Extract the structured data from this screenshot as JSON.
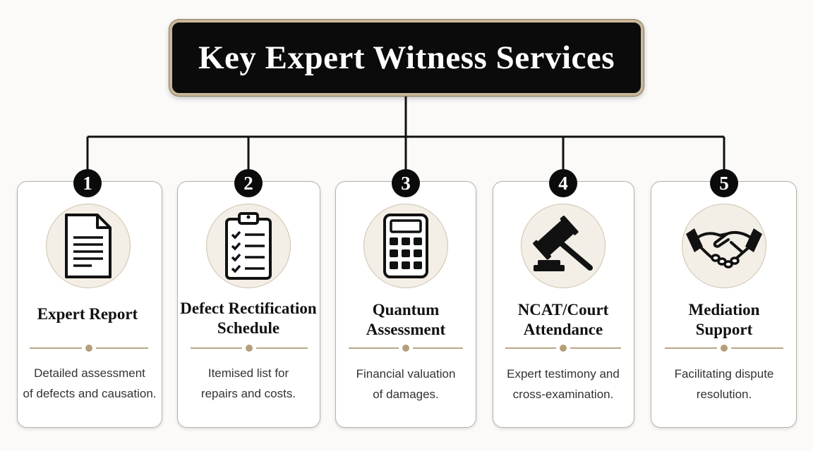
{
  "title": "Key Expert Witness Services",
  "services": [
    {
      "number": "1",
      "icon": "document-icon",
      "title_lines": [
        "Expert Report"
      ],
      "desc_lines": [
        "Detailed assessment",
        "of defects and causation."
      ]
    },
    {
      "number": "2",
      "icon": "checklist-icon",
      "title_lines": [
        "Defect Rectification",
        "Schedule"
      ],
      "desc_lines": [
        "Itemised list for",
        "repairs and costs."
      ]
    },
    {
      "number": "3",
      "icon": "calculator-icon",
      "title_lines": [
        "Quantum",
        "Assessment"
      ],
      "desc_lines": [
        "Financial valuation",
        "of damages."
      ]
    },
    {
      "number": "4",
      "icon": "gavel-icon",
      "title_lines": [
        "NCAT/Court",
        "Attendance"
      ],
      "desc_lines": [
        "Expert testimony and",
        "cross-examination."
      ]
    },
    {
      "number": "5",
      "icon": "handshake-icon",
      "title_lines": [
        "Mediation",
        "Support"
      ],
      "desc_lines": [
        "Facilitating dispute",
        "resolution."
      ]
    }
  ],
  "colors": {
    "title_bg": "#0b0b0b",
    "title_border": "#c9b79a",
    "accent": "#b59f79",
    "icon_bg": "#f3eee6"
  }
}
